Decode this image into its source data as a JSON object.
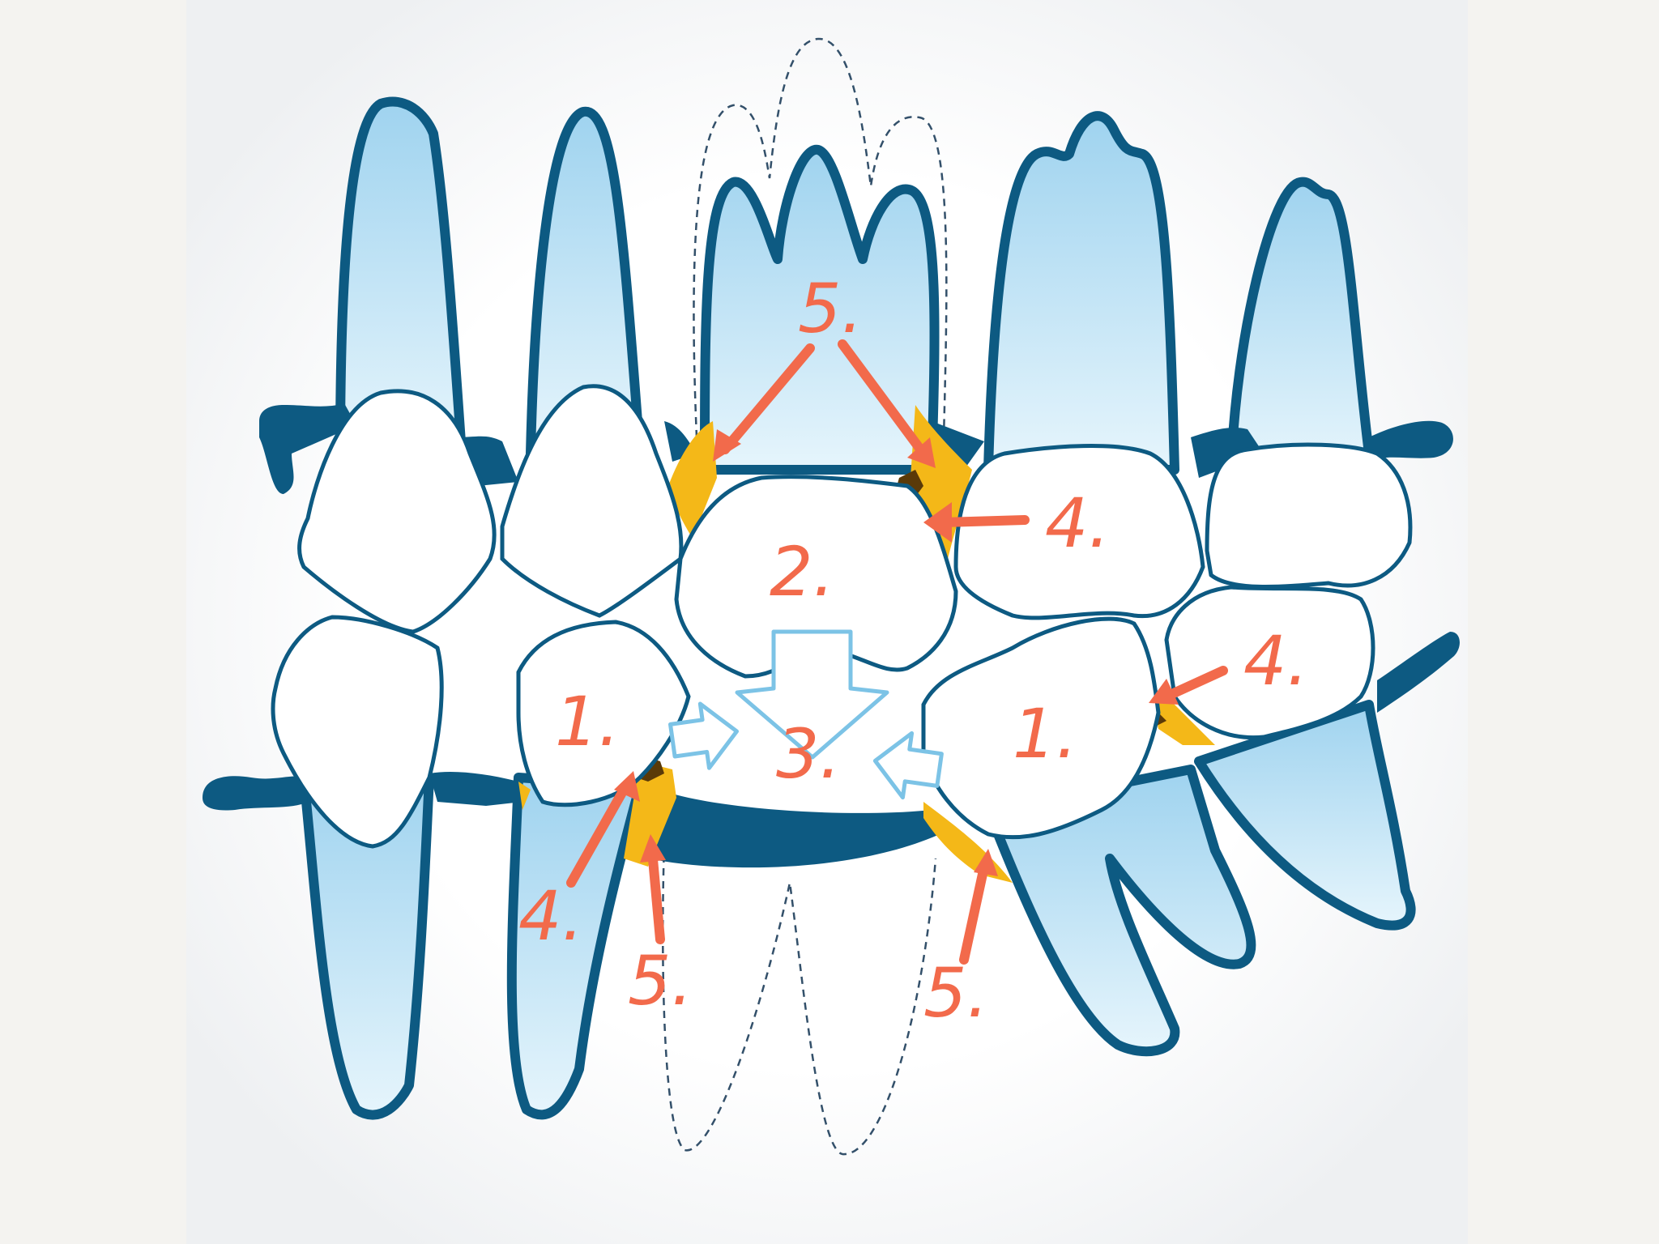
{
  "diagram": {
    "labels": {
      "tooth_tilted_left": "1.",
      "tooth_tilted_right": "1.",
      "tooth_extruded": "2.",
      "gap_collapse": "3.",
      "caries_upper": "4.",
      "caries_lower_right": "4.",
      "caries_lower_left": "4.",
      "pocket_upper": "5.",
      "pocket_lower_left": "5.",
      "pocket_lower_right": "5."
    },
    "colors": {
      "outline": "#0d5a82",
      "root_light": "#d9effa",
      "root_dark": "#9fd3ef",
      "plaque": "#f4b818",
      "annotation": "#f26a4b",
      "background": "#f4f3f0"
    }
  }
}
